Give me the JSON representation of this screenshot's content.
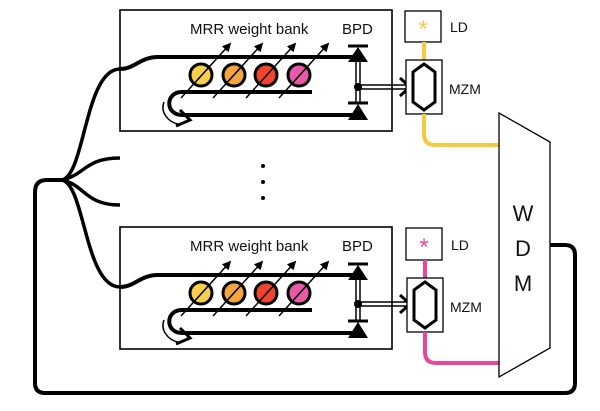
{
  "diagram": {
    "title": "",
    "colors": {
      "ring_1": "#f7cf4a",
      "ring_2": "#f4a53c",
      "ring_3": "#f04430",
      "ring_4": "#e85aa8",
      "ld_top": "#f9c842",
      "ld_bottom": "#e8479b",
      "line": "#000000"
    },
    "units": [
      {
        "id": "top",
        "bank_label": "MRR weight bank",
        "bpd_label": "BPD",
        "ld_label": "LD",
        "mzm_label": "MZM",
        "ld_symbol": "*"
      },
      {
        "id": "bottom",
        "bank_label": "MRR weight bank",
        "bpd_label": "BPD",
        "ld_label": "LD",
        "mzm_label": "MZM",
        "ld_symbol": "*"
      }
    ],
    "ellipsis": "⋮",
    "wdm": {
      "letters": [
        "W",
        "D",
        "M"
      ]
    }
  }
}
